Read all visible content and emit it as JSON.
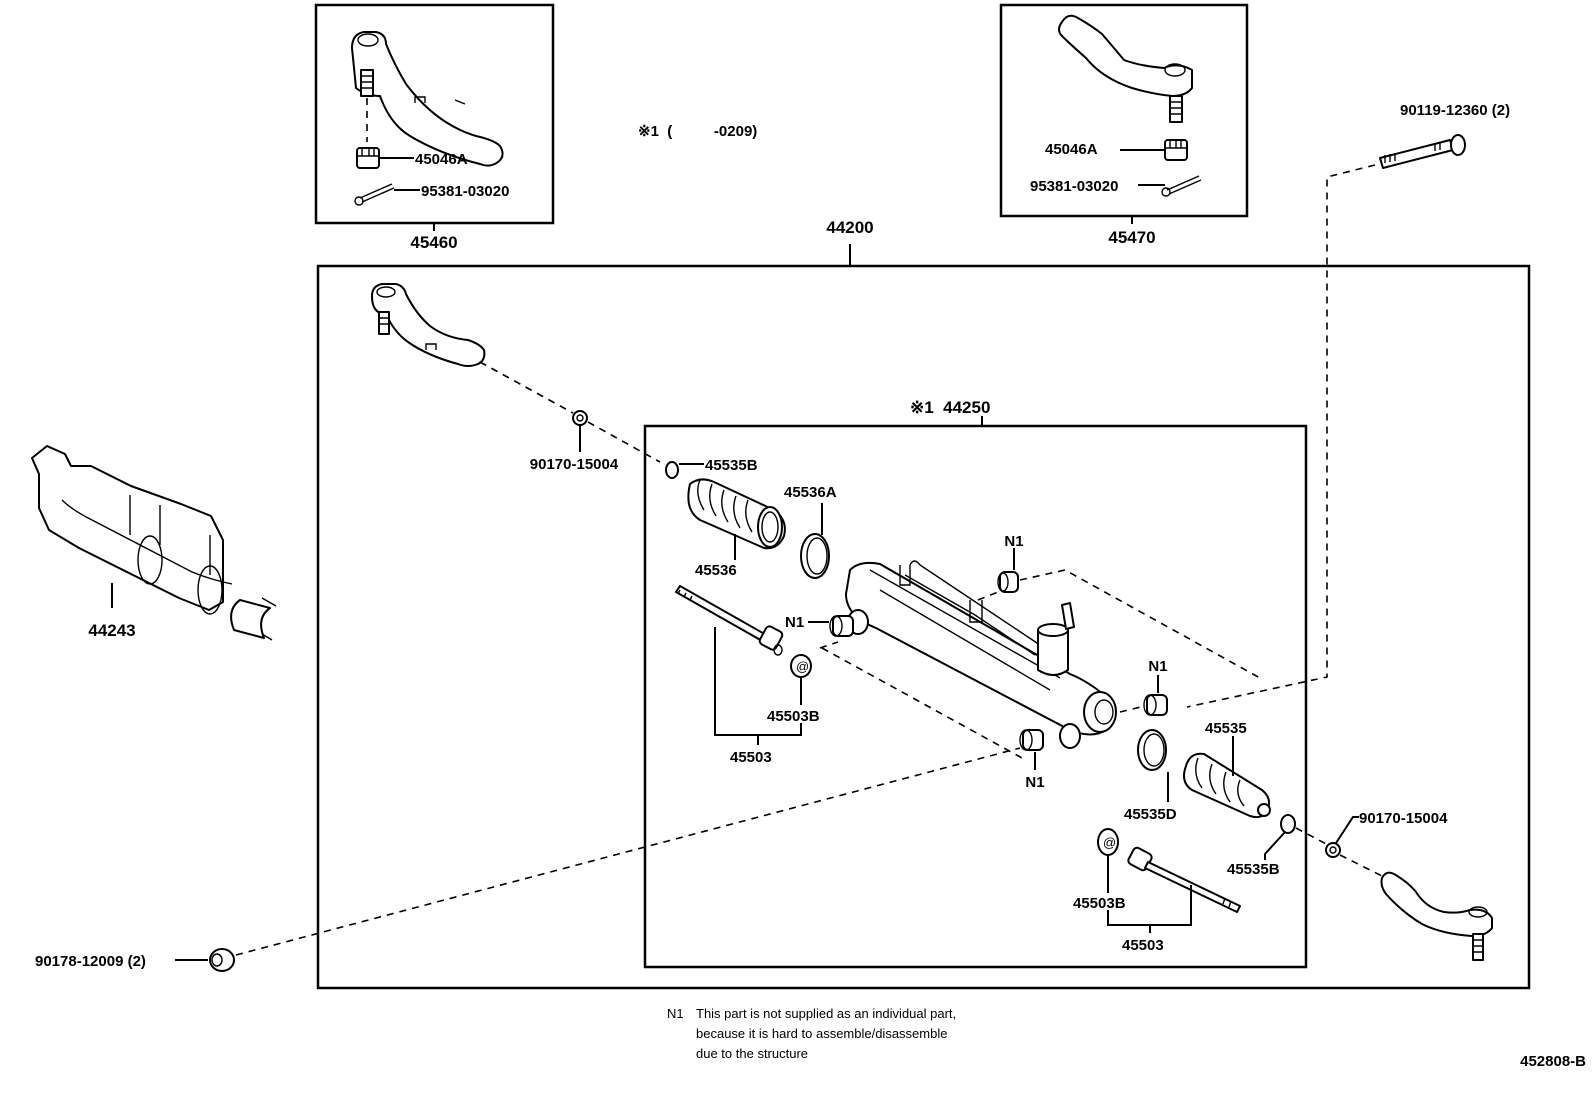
{
  "diagram": {
    "figure_code": "452808-B",
    "note_condition": "※1  (          -0209)",
    "assemblies": {
      "left_tie_rod_end_assy": "45460",
      "right_tie_rod_end_assy": "45470",
      "rack_and_pinion_assy": "44200",
      "gear_assy": "※1  44250"
    },
    "parts": {
      "nut_left": "45046A",
      "cotter_pin_left": "95381-03020",
      "nut_right": "45046A",
      "cotter_pin_right": "95381-03020",
      "bolt_top_right": "90119-12360 (2)",
      "nut_left_jam": "90170-15004",
      "nut_right_jam": "90170-15004",
      "clamp_left": "45535B",
      "boot_clamp_left": "45536A",
      "boot_left": "45536",
      "claw_washer_left": "45503B",
      "tie_rod_left": "45503",
      "boot_right": "45535",
      "boot_clamp_right": "45535D",
      "clamp_right": "45535B",
      "claw_washer_right": "45503B",
      "tie_rod_right": "45503",
      "heat_insulator": "44243",
      "bolt_bottom_left": "90178-12009 (2)",
      "n1_label": "N1"
    },
    "footnote": {
      "marker": "N1",
      "lines": [
        "This part is not supplied as an individual part,",
        "because it is hard to assemble/disassemble",
        "due to the structure"
      ]
    }
  }
}
